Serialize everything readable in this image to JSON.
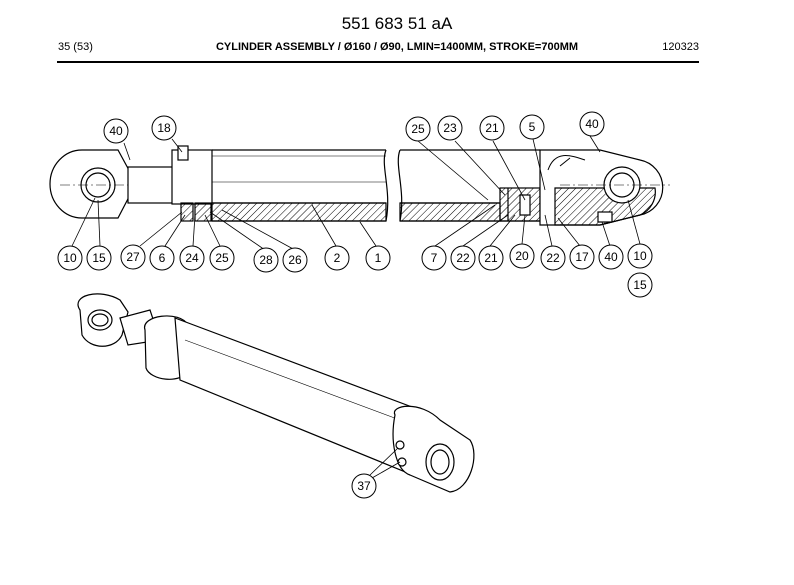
{
  "header": {
    "title": "551 683 51 aA",
    "page": "35 (53)",
    "caption": "CYLINDER ASSEMBLY / Ø160 / Ø90, LMIN=1400MM, STROKE=700MM",
    "code": "120323"
  },
  "callouts": {
    "top": [
      "40",
      "18",
      "25",
      "23",
      "21",
      "5",
      "40"
    ],
    "bottom": [
      "10",
      "15",
      "27",
      "6",
      "24",
      "25",
      "28",
      "26",
      "2",
      "1",
      "7",
      "22",
      "21",
      "20",
      "22",
      "17",
      "40",
      "10",
      "15"
    ],
    "iso": [
      "37"
    ]
  }
}
